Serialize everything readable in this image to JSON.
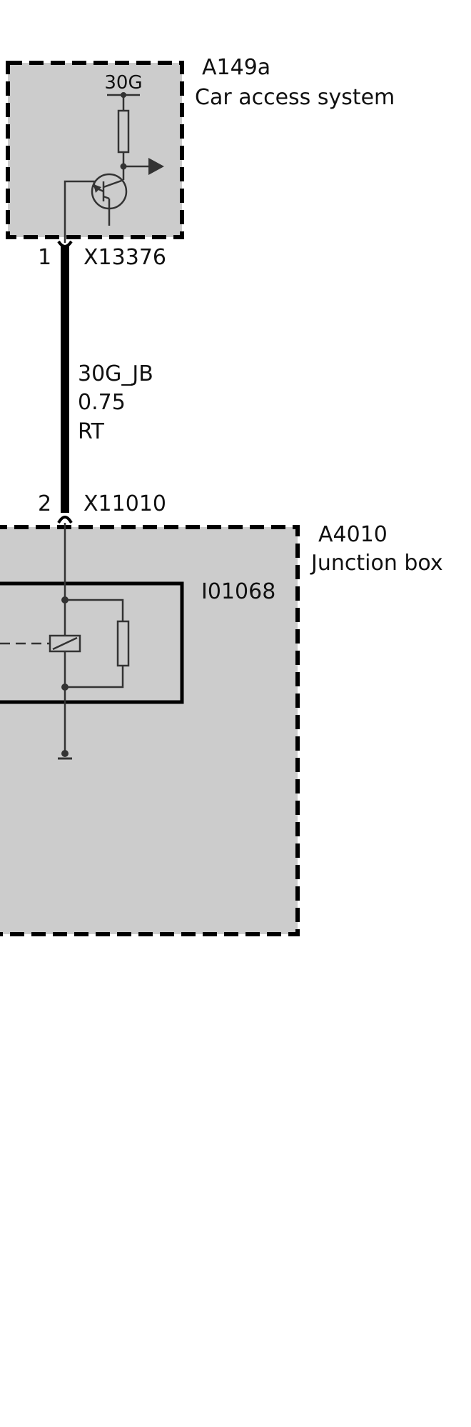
{
  "modules": {
    "car_access": {
      "id": "A149a",
      "name": "Car access system",
      "supply_label": "30G"
    },
    "junction_box": {
      "id": "A4010",
      "name": "Junction box",
      "relay_id": "I01068"
    }
  },
  "connectors": {
    "top": {
      "pin": "1",
      "id": "X13376"
    },
    "bottom": {
      "pin": "2",
      "id": "X11010"
    }
  },
  "wire": {
    "signal": "30G_JB",
    "gauge": "0.75",
    "color_code": "RT"
  },
  "colors": {
    "module_fill": "#cccccc",
    "line": "#000000",
    "component": "#333333",
    "background": "#ffffff"
  }
}
